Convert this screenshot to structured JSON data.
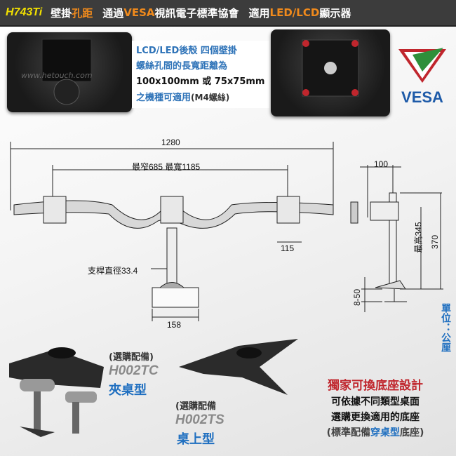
{
  "header": {
    "model": "H743Ti",
    "p1": "壁掛",
    "p2": "孔距",
    "p3": "通過",
    "p4": "VESA",
    "p5": "視訊電子標準協會",
    "p6": "適用",
    "p7": "LED/LCD",
    "p8": "顯示器"
  },
  "info": {
    "line1": "LCD/LED後殼 四個壁掛",
    "line2": "螺絲孔間的長寬距離為",
    "line3": "100x100mm 或 75x75mm",
    "line4a": "之機種可適用",
    "line4b": "(M4螺絲)"
  },
  "watermark": "www.hetouch.com",
  "logo": {
    "text": "VESA",
    "color_red": "#c0262d",
    "color_blue": "#1d5aa8",
    "color_green": "#2f8f3a"
  },
  "dimensions": {
    "total_width": "1280",
    "range": "最窄685  最寬1185",
    "pole_diameter": "支桿直徑33.4",
    "base_width": "158",
    "arm_end": "115",
    "depth": "100",
    "max_height": "最高345",
    "height": "370",
    "clamp_range": "8-50"
  },
  "unit": "單位：公厘",
  "option_clamp": {
    "label": "(選購配備)",
    "model": "H002TC",
    "type": "夾桌型"
  },
  "option_stand": {
    "label": "(選購配備",
    "model": "H002TS",
    "type": "桌上型"
  },
  "promo": {
    "title": "獨家可換底座設計",
    "line1": "可依據不同類型桌面",
    "line2": "選購更換適用的底座",
    "line3a": "(標準配備",
    "line3b": "穿桌型",
    "line3c": "底座)"
  }
}
